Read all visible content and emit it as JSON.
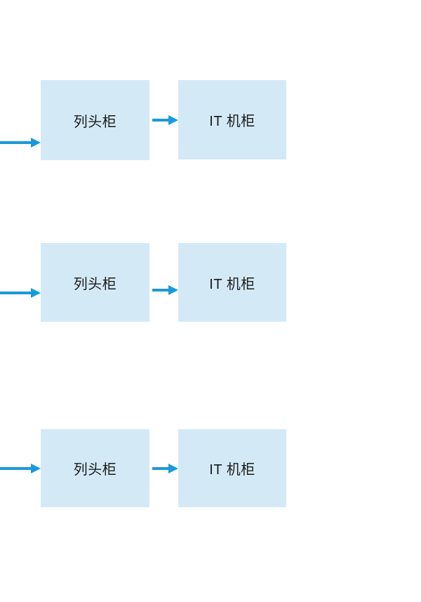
{
  "page": {
    "background": "#ffffff"
  },
  "diagram": {
    "colors": {
      "box_fill": "#d3eaf6",
      "arrow": "#1b9ad8",
      "label_text": "#1a1a1a"
    },
    "rows": [
      {
        "source": {
          "label": "列头柜"
        },
        "target": {
          "label": "IT 机柜"
        }
      },
      {
        "source": {
          "label": "列头柜"
        },
        "target": {
          "label": "IT 机柜"
        }
      },
      {
        "source": {
          "label": "列头柜"
        },
        "target": {
          "label": "IT 机柜"
        }
      }
    ]
  }
}
